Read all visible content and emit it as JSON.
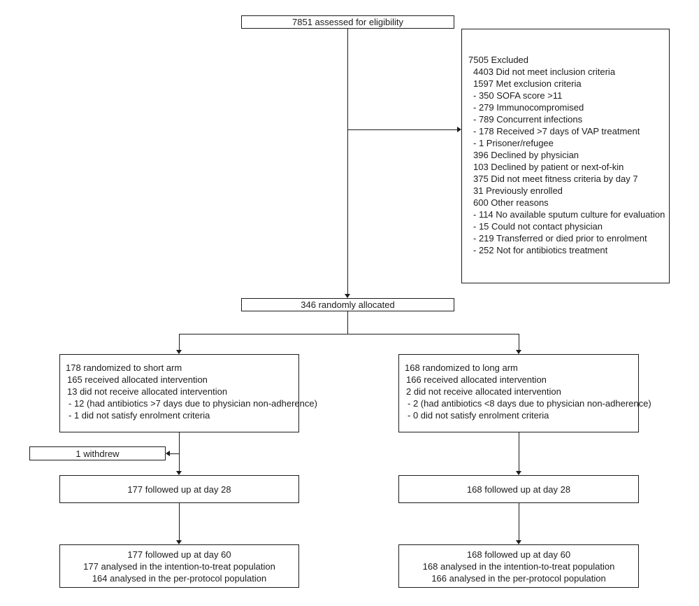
{
  "colors": {
    "line": "#1c1c1c",
    "text": "#1c1c1c",
    "box_bg": "#ffffff",
    "page_bg": "#ffffff"
  },
  "diagram_type": "CONSORT participant flow chart",
  "boxes": {
    "assessed": {
      "text": "7851 assessed for eligibility"
    },
    "excluded": {
      "title": "7505 Excluded",
      "items": [
        "4403 Did not meet inclusion criteria",
        "1597 Met exclusion criteria",
        "- 350 SOFA score >11",
        "- 279 Immunocompromised",
        "- 789 Concurrent infections",
        "- 178 Received >7 days of VAP treatment",
        "- 1 Prisoner/refugee",
        "396 Declined by physician",
        "103 Declined by patient or next-of-kin",
        "375 Did not meet fitness criteria by day 7",
        "31 Previously enrolled",
        "600 Other reasons",
        "- 114 No available sputum culture for evaluation",
        "- 15 Could not contact physician",
        "- 219 Transferred or died prior to enrolment",
        "- 252 Not for antibiotics treatment"
      ]
    },
    "allocated": {
      "text": "346 randomly allocated"
    },
    "short_arm": {
      "lines": [
        "178 randomized to short arm",
        "165 received allocated intervention",
        "13 did not receive allocated intervention",
        "- 12 (had antibiotics >7 days due to physician non-adherence)",
        "- 1 did not satisfy enrolment criteria"
      ]
    },
    "long_arm": {
      "lines": [
        "168 randomized to long arm",
        "166 received allocated intervention",
        "2 did not receive allocated intervention",
        "- 2 (had antibiotics <8 days due to physician non-adherence)",
        "- 0 did not satisfy enrolment criteria"
      ]
    },
    "withdrew": {
      "text": "1 withdrew"
    },
    "day28_short": {
      "text": "177 followed up at day 28"
    },
    "day28_long": {
      "text": "168 followed up at day 28"
    },
    "day60_short": {
      "lines": [
        "177 followed up at day 60",
        "177 analysed in the intention-to-treat population",
        "164 analysed in the per-protocol population"
      ]
    },
    "day60_long": {
      "lines": [
        "168 followed up at day 60",
        "168 analysed in the intention-to-treat population",
        "166 analysed in the per-protocol population"
      ]
    }
  }
}
